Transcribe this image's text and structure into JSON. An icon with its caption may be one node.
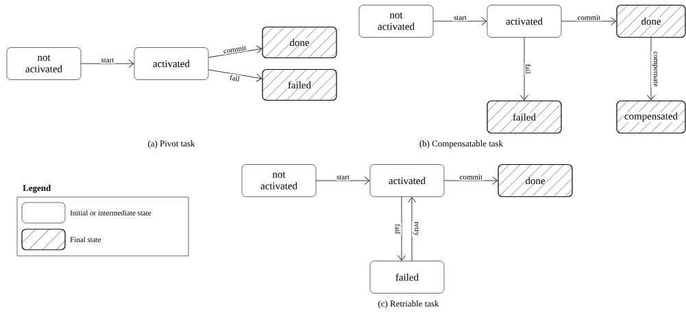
{
  "diagram": {
    "nodes": [
      {
        "text": [
          "not activated"
        ]
      },
      {
        "text": [
          "activated"
        ]
      },
      {
        "text": [
          "done"
        ]
      },
      {
        "text": [
          "failed"
        ]
      },
      {
        "text": [
          "not activated"
        ]
      },
      {
        "text": [
          "activated"
        ]
      },
      {
        "text": [
          "done"
        ]
      },
      {
        "text": [
          "failed"
        ]
      },
      {
        "text": [
          "compensated"
        ]
      },
      {
        "text": [
          "not activated"
        ]
      },
      {
        "text": [
          "activated"
        ]
      },
      {
        "text": [
          "done"
        ]
      },
      {
        "text": [
          "failed"
        ]
      }
    ],
    "edges": [
      {
        "from": 0,
        "to": 1,
        "arrow": "to",
        "label": "start"
      },
      {
        "from": 1,
        "to": 2,
        "arrow": "to",
        "label": "commit"
      },
      {
        "from": 1,
        "to": 3,
        "arrow": "to",
        "label": "fail"
      },
      {
        "from": 4,
        "to": 5,
        "arrow": "to",
        "label": "start"
      },
      {
        "from": 5,
        "to": 6,
        "arrow": "to",
        "label": "commit"
      },
      {
        "from": 5,
        "to": 7,
        "arrow": "to",
        "label": "fail"
      },
      {
        "from": 6,
        "to": 8,
        "arrow": "to",
        "label": "compensate"
      },
      {
        "from": 9,
        "to": 10,
        "arrow": "to",
        "label": "start"
      },
      {
        "from": 10,
        "to": 11,
        "arrow": "to",
        "label": "commit"
      },
      {
        "from": 10,
        "to": 12,
        "arrow": "to",
        "label": "fail"
      },
      {
        "from": 12,
        "to": 10,
        "arrow": "to",
        "label": "retry"
      }
    ],
    "labels": [
      "(a) Pivot task",
      "(b) Compensatable task",
      "Legend",
      "(c) Retriable task"
    ],
    "legend": [
      {
        "text": "Initial or intermediate state"
      },
      {
        "text": "Final state"
      }
    ]
  }
}
